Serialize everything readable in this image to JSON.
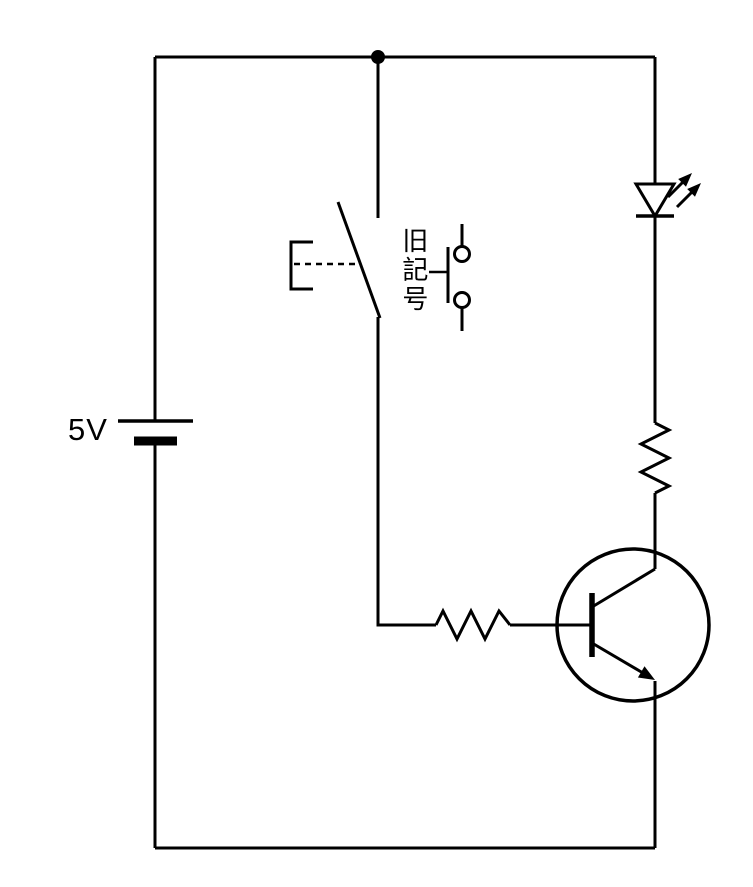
{
  "diagram": {
    "background_color": "#ffffff",
    "stroke_color": "#000000",
    "labels": {
      "battery_voltage": "5V",
      "old_symbol_note": "旧記号"
    },
    "components": [
      {
        "name": "battery-cell",
        "label": "5V"
      },
      {
        "name": "push-button-switch-new-symbol"
      },
      {
        "name": "push-button-switch-old-symbol",
        "label": "旧記号"
      },
      {
        "name": "led"
      },
      {
        "name": "collector-resistor"
      },
      {
        "name": "base-resistor"
      },
      {
        "name": "npn-transistor"
      },
      {
        "name": "junction-dot"
      }
    ]
  }
}
